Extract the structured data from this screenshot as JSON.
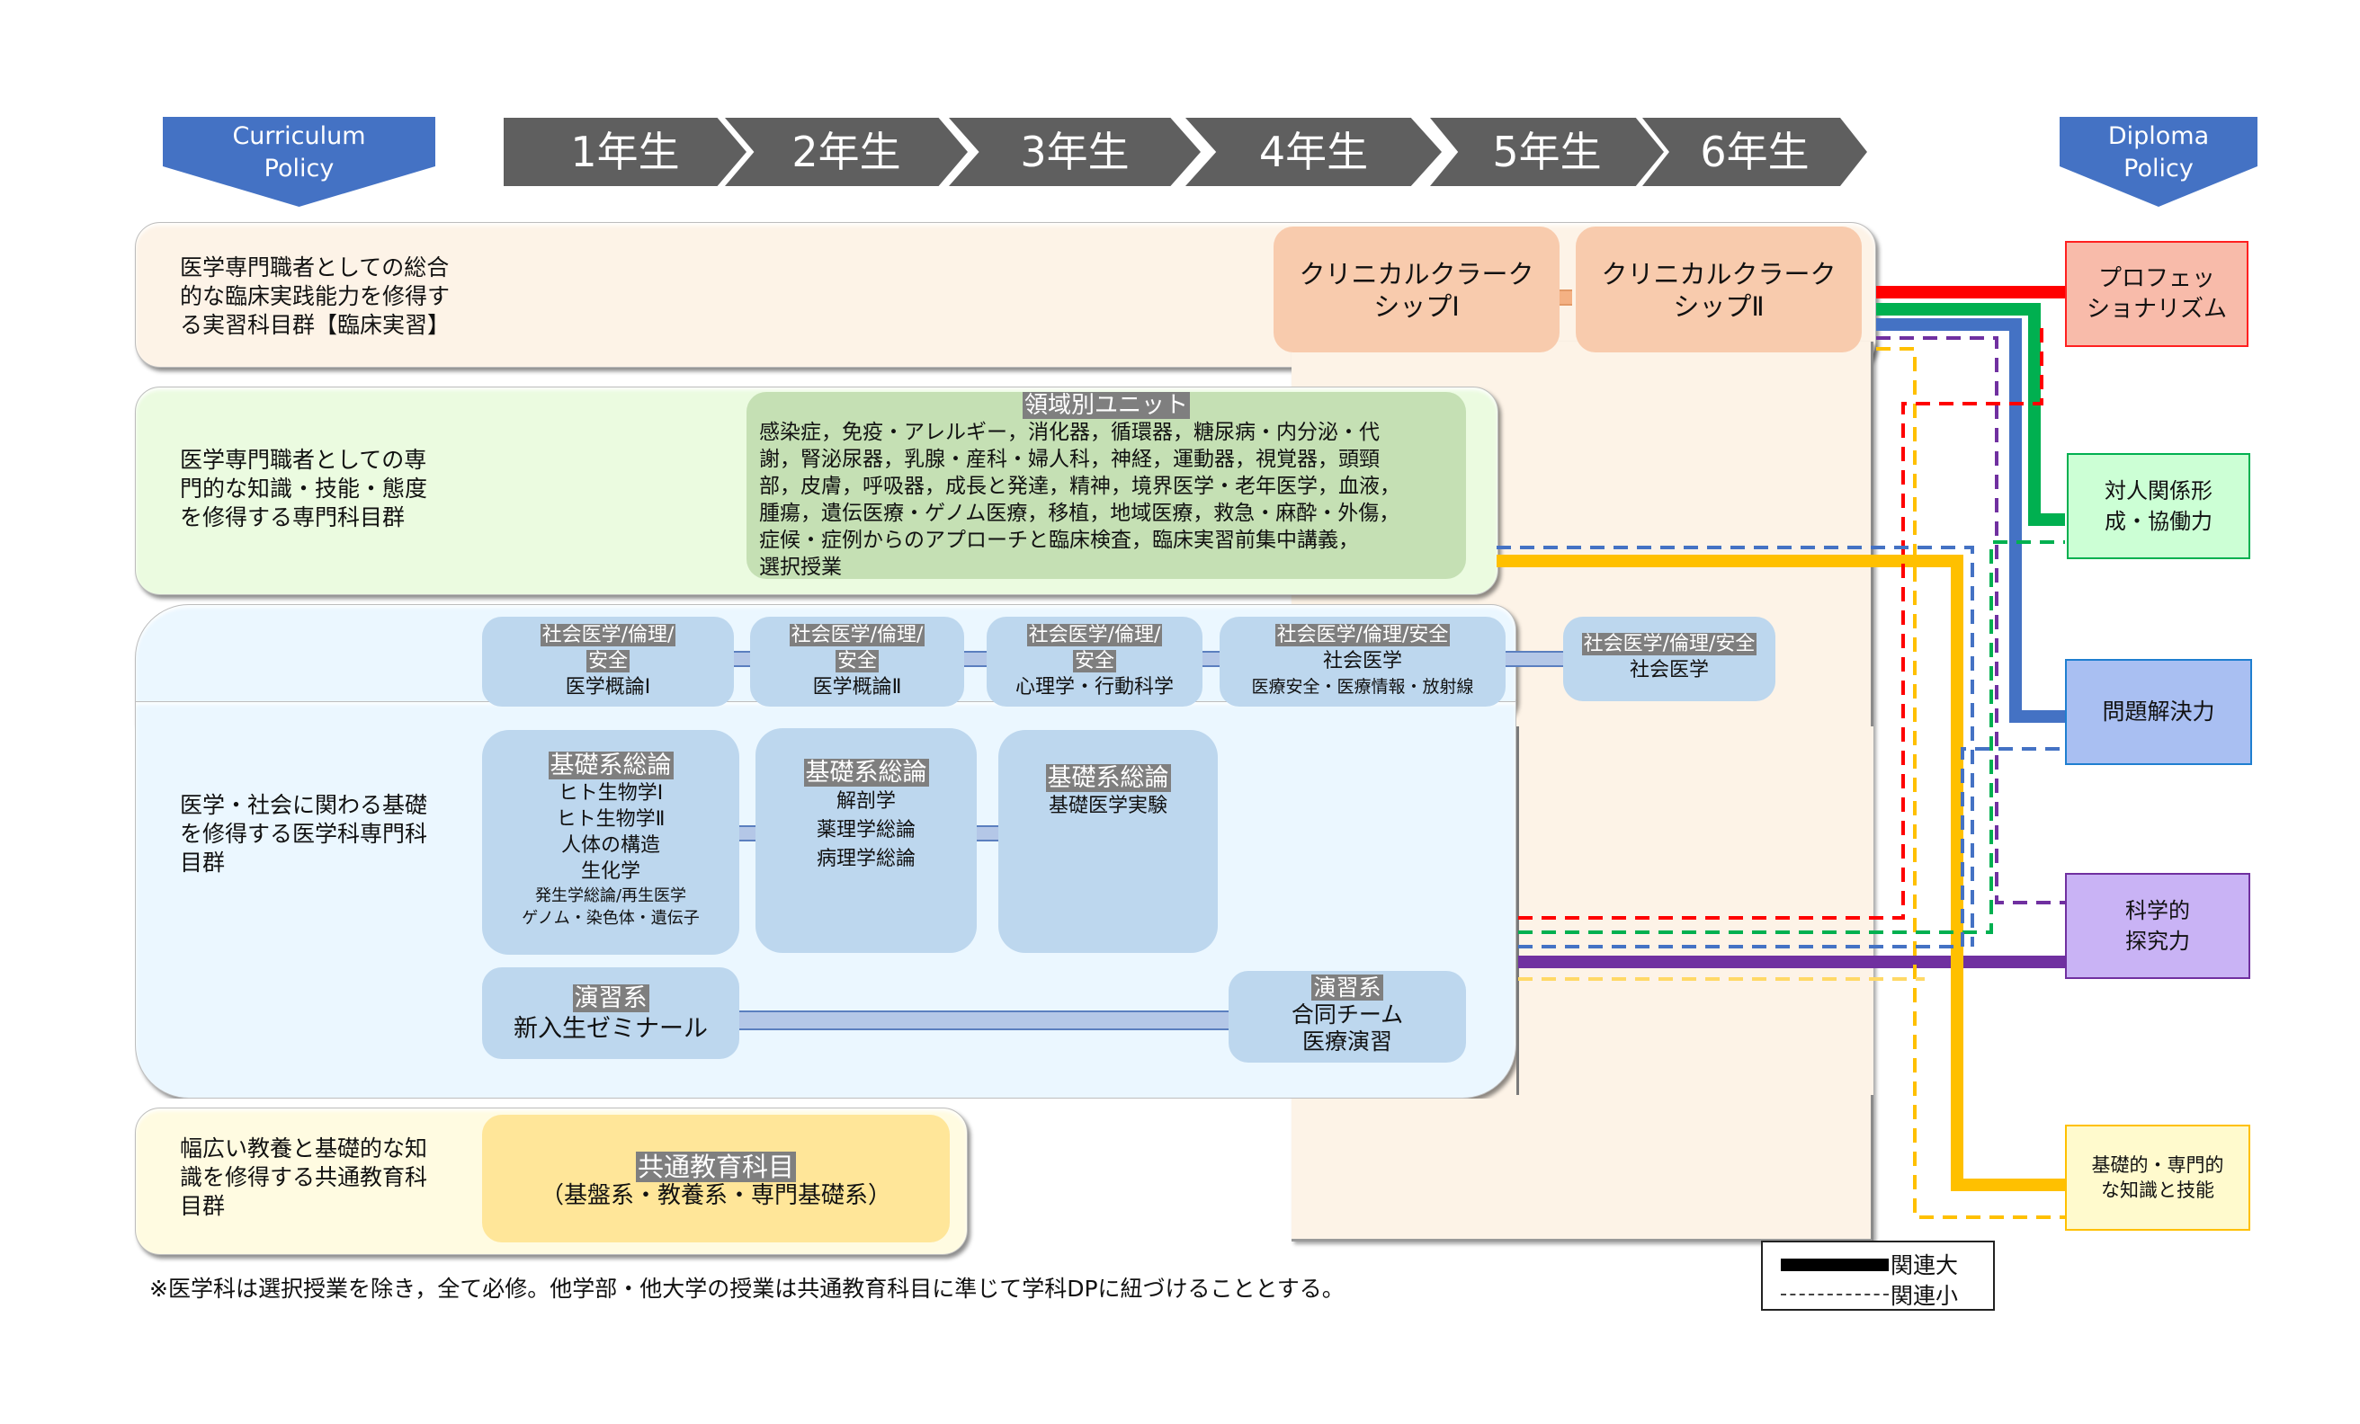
{
  "header": {
    "curriculum_policy": [
      "Curriculum",
      "Policy"
    ],
    "diploma_policy": [
      "Diploma",
      "Policy"
    ],
    "years": [
      "1年生",
      "2年生",
      "3年生",
      "4年生",
      "5年生",
      "6年生"
    ]
  },
  "bands": {
    "clinical": {
      "label": [
        "医学専門職者としての総合",
        "的な臨床実践能力を修得す",
        "る実習科目群【臨床実習】"
      ],
      "courses": [
        {
          "lines": [
            "クリニカルクラーク",
            "シップⅠ"
          ]
        },
        {
          "lines": [
            "クリニカルクラーク",
            "シップⅡ"
          ]
        }
      ]
    },
    "specialized": {
      "label": [
        "医学専門職者としての専",
        "門的な知識・技能・態度",
        "を修得する専門科目群"
      ],
      "unit_tag": "領域別ユニット",
      "unit_lines": [
        "感染症，免疫・アレルギー，消化器，循環器，糖尿病・内分泌・代",
        "謝，腎泌尿器，乳腺・産科・婦人科，神経，運動器，視覚器，頭頸",
        "部，皮膚，呼吸器，成長と発達，精神，境界医学・老年医学，血液，",
        "腫瘍，遺伝医療・ゲノム医療，移植，地域医療，救急・麻酔・外傷，",
        "症候・症例からのアプローチと臨床検査，臨床実習前集中講義，",
        "選択授業"
      ]
    },
    "basic": {
      "label": [
        "医学・社会に関わる基礎",
        "を修得する医学科専門科",
        "目群"
      ],
      "social": [
        {
          "tag": [
            "社会医学/倫理/",
            "安全"
          ],
          "lines": [
            "医学概論Ⅰ"
          ]
        },
        {
          "tag": [
            "社会医学/倫理/",
            "安全"
          ],
          "lines": [
            "医学概論Ⅱ"
          ]
        },
        {
          "tag": [
            "社会医学/倫理/",
            "安全"
          ],
          "lines": [
            "心理学・行動科学"
          ]
        },
        {
          "tag": [
            "社会医学/倫理/安全"
          ],
          "lines": [
            "社会医学",
            "医療安全・医療情報・放射線"
          ]
        },
        {
          "tag": [
            "社会医学/倫理/安全"
          ],
          "lines": [
            "社会医学"
          ]
        }
      ],
      "foundation": [
        {
          "tag": "基礎系総論",
          "lines": [
            "ヒト生物学Ⅰ",
            "ヒト生物学Ⅱ",
            "人体の構造",
            "生化学"
          ],
          "small_lines": [
            "発生学総論/再生医学",
            "ゲノム・染色体・遺伝子"
          ]
        },
        {
          "tag": "基礎系総論",
          "lines": [
            "解剖学",
            "薬理学総論",
            "病理学総論"
          ],
          "small_lines": []
        },
        {
          "tag": "基礎系総論",
          "lines": [
            "基礎医学実験"
          ],
          "small_lines": []
        }
      ],
      "exercise": [
        {
          "tag": "演習系",
          "lines": [
            "新入生ゼミナール"
          ]
        },
        {
          "tag": "演習系",
          "lines": [
            "合同チーム",
            "医療演習"
          ]
        }
      ]
    },
    "general": {
      "label": [
        "幅広い教養と基礎的な知",
        "識を修得する共通教育科",
        "目群"
      ],
      "tag": "共通教育科目",
      "sub": "（基盤系・教養系・専門基礎系）"
    }
  },
  "diploma_outcomes": [
    {
      "id": "professionalism",
      "lines": [
        "プロフェッ",
        "ショナリズム"
      ],
      "color": "#ff0000",
      "fill": "#f8bbaa"
    },
    {
      "id": "interpersonal",
      "lines": [
        "対人関係形",
        "成・協働力"
      ],
      "color": "#00b050",
      "fill": "#ccffd5"
    },
    {
      "id": "problem-solving",
      "lines": [
        "問題解決力"
      ],
      "color": "#4472c4",
      "fill": "#a9bff2"
    },
    {
      "id": "scientific-inquiry",
      "lines": [
        "科学的",
        "探究力"
      ],
      "color": "#7030a0",
      "fill": "#c9b3f5"
    },
    {
      "id": "knowledge-skills",
      "lines": [
        "基礎的・専門的",
        "な知識と技能"
      ],
      "color": "#ffc000",
      "fill": "#fffacd"
    }
  ],
  "legend": {
    "strong": "関連大",
    "weak": "関連小"
  },
  "footnote": "※医学科は選択授業を除き，全て必修。他学部・他大学の授業は共通教育科目に準じて学科DPに紐づけることとする。"
}
